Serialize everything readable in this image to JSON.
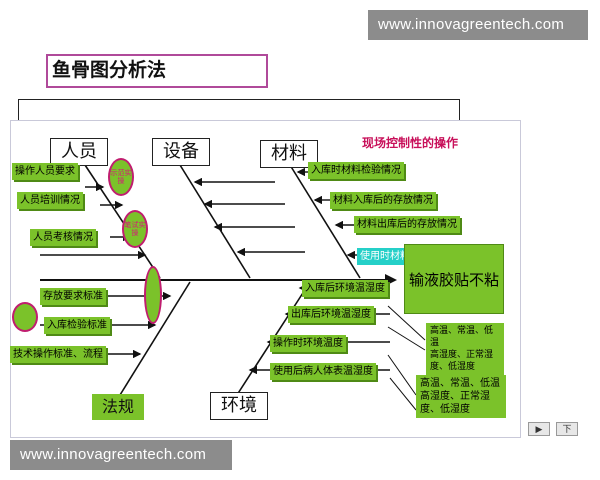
{
  "watermarks": {
    "top": "www.innovagreentech.com",
    "bottom": "www.innovagreentech.com"
  },
  "title": "鱼骨图分析法",
  "slide": {
    "subtitle": "现场控制性的操作",
    "categories": {
      "people": "人员",
      "equipment": "设备",
      "material": "材料",
      "method": "法规",
      "environment": "环境"
    },
    "effect": "输液胶贴不粘",
    "people_items": [
      "操作人员要求",
      "人员培训情况",
      "人员考核情况"
    ],
    "ellipses": {
      "people_top": "示范实操",
      "people_mid": "笔试实操",
      "center": "",
      "method_left": ""
    },
    "method_items": [
      "存放要求标准",
      "入库检验标准",
      "技术操作标准、流程"
    ],
    "material_items": [
      "入库时材料检验情况",
      "材料入库后的存放情况",
      "材料出库后的存放情况"
    ],
    "material_highlight": "使用时材料情况",
    "environment_items": [
      "入库后环境温湿度",
      "出库后环境温湿度",
      "操作时环境温度",
      "使用后病人体表温湿度"
    ],
    "notes": {
      "top": [
        "高温、常温、低温",
        "高湿度、正常湿度、低湿度"
      ],
      "bottom": [
        "高温、常温、低温",
        "高湿度、正常湿度、低湿度"
      ]
    },
    "nav": {
      "play": "▶",
      "end": "下"
    }
  }
}
